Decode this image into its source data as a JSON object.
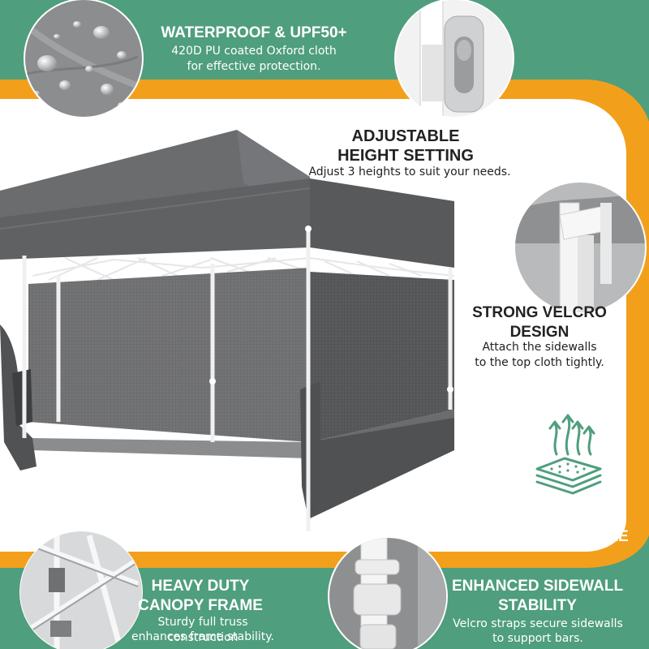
{
  "colors": {
    "background": "#4f9e7e",
    "orange_band": "#f2a01c",
    "white_panel": "#ffffff",
    "canopy_gray": "#6c6e70",
    "icon_green": "#4f9e7e"
  },
  "features": {
    "waterproof": {
      "title": "WATERPROOF & UPF50+",
      "body": [
        "420D PU coated Oxford cloth",
        "for effective protection."
      ]
    },
    "height": {
      "title": [
        "ADJUSTABLE",
        "HEIGHT SETTING"
      ],
      "body": "Adjust 3 heights to suit your needs."
    },
    "velcro": {
      "title": [
        "STRONG VELCRO",
        "DESIGN"
      ],
      "body": [
        "Attach the sidewalls",
        "to the top cloth tightly."
      ]
    },
    "breathable": {
      "title": "BREATHABLE",
      "icon": "breathable-fabric-icon"
    },
    "frame": {
      "title": [
        "HEAVY DUTY",
        "CANOPY FRAME"
      ],
      "body": [
        "Sturdy full truss construction",
        "enhances frame stability."
      ]
    },
    "sidewall": {
      "title": [
        "ENHANCED SIDEWALL",
        "STABILITY"
      ],
      "body": [
        "Velcro straps secure sidewalls",
        "to support bars."
      ]
    }
  }
}
